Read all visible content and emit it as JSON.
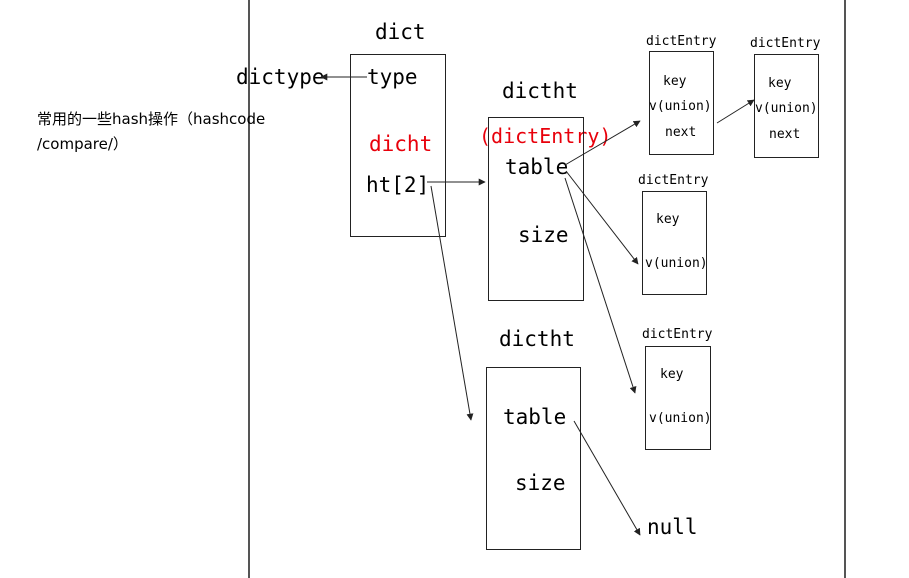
{
  "note": {
    "line1": "常用的一些hash操作（hashcode",
    "line2": "/compare/）"
  },
  "dict": {
    "title": "dict",
    "type": "type",
    "dicht": "dicht",
    "ht": "ht[2]"
  },
  "dictype_label": "dictype",
  "dictht1": {
    "title": "dictht",
    "annotation": "(dictEntry)",
    "table": "table",
    "size": "size"
  },
  "dictht2": {
    "title": "dictht",
    "table": "table",
    "size": "size"
  },
  "null_label": "null",
  "entries": [
    {
      "title": "dictEntry",
      "key": "key",
      "v": "v(union)",
      "next": "next"
    },
    {
      "title": "dictEntry",
      "key": "key",
      "v": "v(union)",
      "next": "next"
    },
    {
      "title": "dictEntry",
      "key": "key",
      "v": "v(union)"
    },
    {
      "title": "dictEntry",
      "key": "key",
      "v": "v(union)"
    }
  ],
  "colors": {
    "accent_red": "#e8000b",
    "line": "#222222"
  }
}
